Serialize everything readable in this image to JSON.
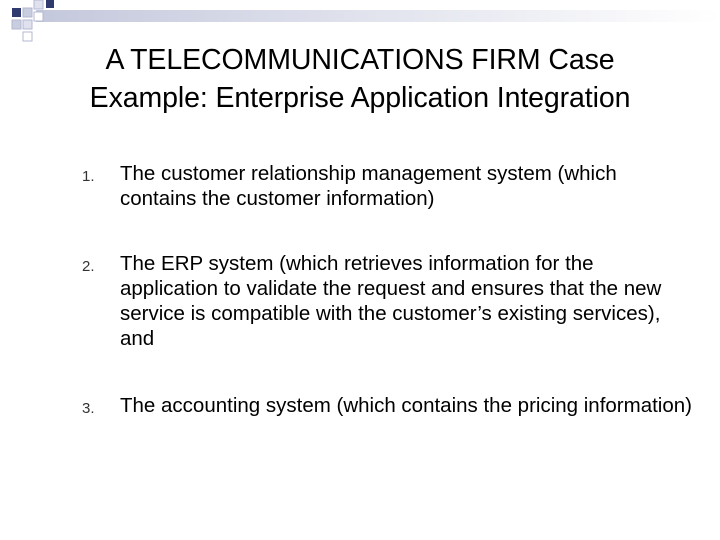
{
  "slide": {
    "title_line_1": "A TELECOMMUNICATIONS FIRM Case",
    "title_line_2": "Example: Enterprise Application Integration",
    "items": [
      {
        "number": "1.",
        "text": "The customer relationship management system (which contains the customer information)"
      },
      {
        "number": "2.",
        "text": "The ERP system (which retrieves information for the application to validate the request and ensures that the new service is compatible with the customer’s existing services), and"
      },
      {
        "number": "3.",
        "text": "The accounting system (which contains the pricing information)"
      }
    ],
    "colors": {
      "deco_dark": "#2f3a6e",
      "deco_light": "#c9cde0",
      "deco_outline": "#b3b8d2"
    }
  }
}
